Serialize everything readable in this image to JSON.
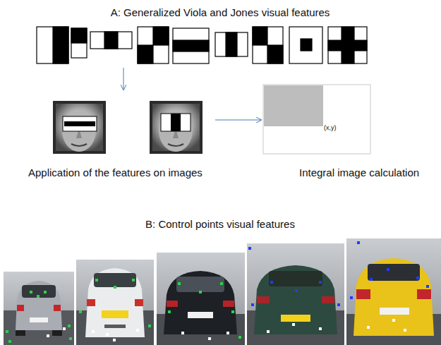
{
  "diagram": {
    "labels": [
      "A: Generalized Viola and Jones visual features",
      "Application of the features on images",
      "Integral image calculation",
      "B: Control points visual features",
      "(x,y)"
    ]
  }
}
